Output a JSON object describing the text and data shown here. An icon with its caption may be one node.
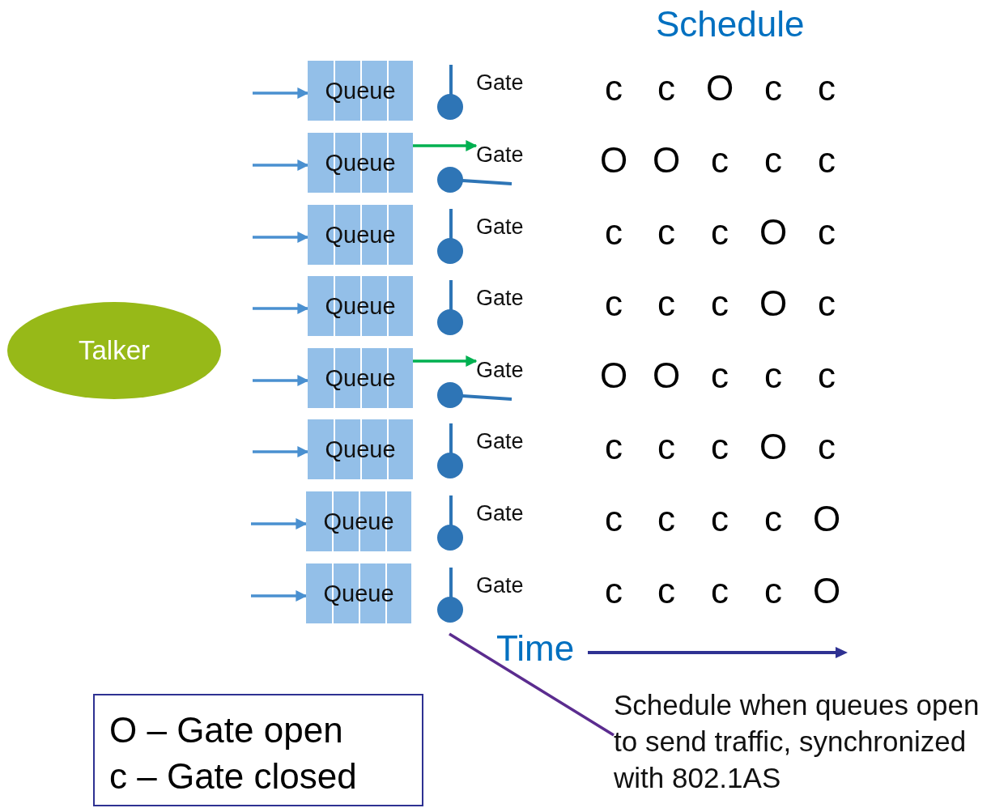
{
  "diagram": {
    "nodes": [
      {
        "text": [
          "Talker"
        ]
      },
      {
        "text": [
          "Queue"
        ]
      },
      {
        "text": [
          "Queue"
        ]
      },
      {
        "text": [
          "Queue"
        ]
      },
      {
        "text": [
          "Queue"
        ]
      },
      {
        "text": [
          "Queue"
        ]
      },
      {
        "text": [
          "Queue"
        ]
      },
      {
        "text": [
          "Queue"
        ]
      },
      {
        "text": [
          "Queue"
        ]
      },
      {
        "text": [
          "Gate"
        ]
      },
      {
        "text": [
          "Gate"
        ]
      },
      {
        "text": [
          "Gate"
        ]
      },
      {
        "text": [
          "Gate"
        ]
      },
      {
        "text": [
          "Gate"
        ]
      },
      {
        "text": [
          "Gate"
        ]
      },
      {
        "text": [
          "Gate"
        ]
      },
      {
        "text": [
          "Gate"
        ]
      },
      {
        "text": [
          "O – Gate open",
          "c – Gate closed"
        ]
      },
      {
        "text": [
          "Schedule when queues open to send traffic, synchronized with 802.1AS"
        ]
      }
    ],
    "edges": [
      {
        "from": null,
        "to": 1,
        "arrow": "to"
      },
      {
        "from": null,
        "to": 2,
        "arrow": "to"
      },
      {
        "from": null,
        "to": 3,
        "arrow": "to"
      },
      {
        "from": null,
        "to": 4,
        "arrow": "to"
      },
      {
        "from": null,
        "to": 5,
        "arrow": "to"
      },
      {
        "from": null,
        "to": 6,
        "arrow": "to"
      },
      {
        "from": null,
        "to": 7,
        "arrow": "to"
      },
      {
        "from": null,
        "to": 8,
        "arrow": "to"
      },
      {
        "from": 2,
        "to": 10,
        "arrow": "to",
        "color": "#00b050"
      },
      {
        "from": 5,
        "to": 13,
        "arrow": "to",
        "color": "#00b050"
      },
      {
        "from": 18,
        "to": null,
        "arrow": "none",
        "color": "#5b2c8f"
      }
    ],
    "labels": [
      "Schedule",
      "c",
      "c",
      "O",
      "c",
      "c",
      "O",
      "O",
      "c",
      "c",
      "c",
      "c",
      "c",
      "c",
      "O",
      "c",
      "c",
      "c",
      "c",
      "O",
      "c",
      "O",
      "O",
      "c",
      "c",
      "c",
      "c",
      "c",
      "c",
      "O",
      "c",
      "c",
      "c",
      "c",
      "c",
      "O",
      "c",
      "c",
      "c",
      "c",
      "O",
      "Time"
    ]
  }
}
